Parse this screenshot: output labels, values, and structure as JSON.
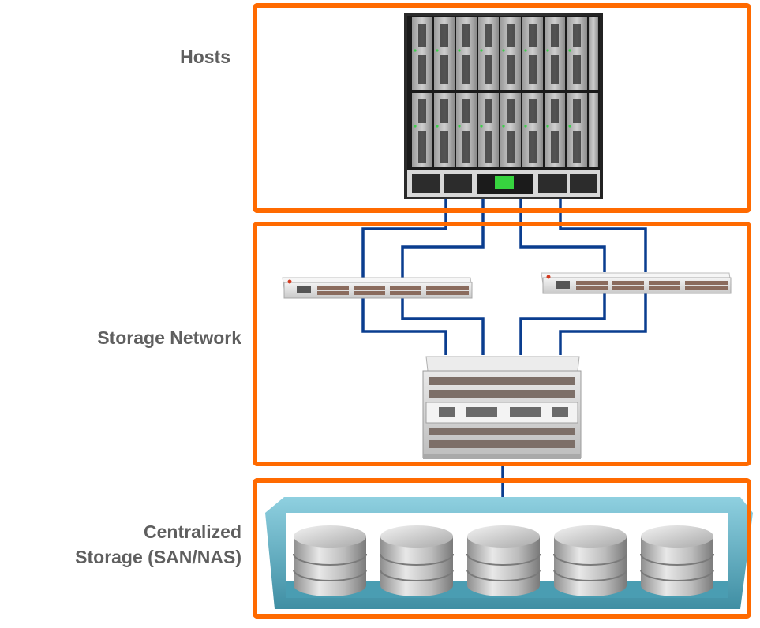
{
  "tiers": {
    "hosts": {
      "label": "Hosts"
    },
    "network": {
      "label": "Storage Network"
    },
    "storage": {
      "label_line1": "Centralized",
      "label_line2": "Storage (SAN/NAS)"
    }
  },
  "colors": {
    "frame": "#ff6a00",
    "label": "#5f5f5f",
    "link": "#0a3d8f",
    "tray": "#5aaec3",
    "blade_chassis": "#1e1e1e"
  },
  "counts": {
    "blades_per_row": 8,
    "blade_rows": 2,
    "edge_switches": 2,
    "storage_disks": 5
  },
  "icons": {
    "hosts": "blade-server-chassis-icon",
    "edge_switch": "fibre-channel-switch-icon",
    "core_switch": "director-switch-icon",
    "disk": "disk-stack-icon"
  }
}
